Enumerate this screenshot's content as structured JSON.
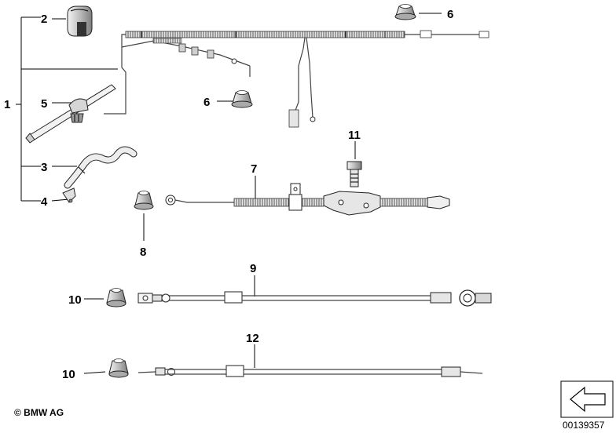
{
  "diagram": {
    "callouts": [
      {
        "id": "c1",
        "text": "1"
      },
      {
        "id": "c2",
        "text": "2"
      },
      {
        "id": "c3",
        "text": "3"
      },
      {
        "id": "c4",
        "text": "4"
      },
      {
        "id": "c5",
        "text": "5"
      },
      {
        "id": "c6a",
        "text": "6"
      },
      {
        "id": "c6b",
        "text": "6"
      },
      {
        "id": "c7",
        "text": "7"
      },
      {
        "id": "c8",
        "text": "8"
      },
      {
        "id": "c9",
        "text": "9"
      },
      {
        "id": "c10a",
        "text": "10"
      },
      {
        "id": "c10b",
        "text": "10"
      },
      {
        "id": "c11",
        "text": "11"
      },
      {
        "id": "c12",
        "text": "12"
      }
    ],
    "copyright": "© BMW AG",
    "image_number": "00139357",
    "nav_icon": "left-arrow-icon"
  }
}
